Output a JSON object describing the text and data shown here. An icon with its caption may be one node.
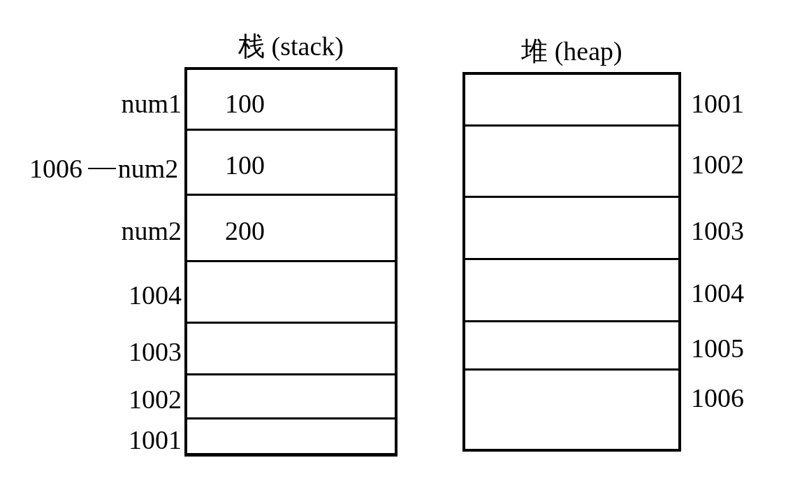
{
  "diagram": {
    "nodes": [
      {
        "text": [
          "栈 (stack)"
        ]
      },
      {
        "text": [
          "100"
        ],
        "in": 0,
        "beside": [
          "num1"
        ]
      },
      {
        "text": [
          "100"
        ],
        "in": 0
      },
      {
        "text": [
          "200"
        ],
        "in": 0,
        "beside": [
          "num2"
        ]
      },
      {
        "text": [],
        "shape": "box",
        "in": 0,
        "beside": [
          "1004"
        ]
      },
      {
        "text": [],
        "shape": "box",
        "in": 0,
        "beside": [
          "1003"
        ]
      },
      {
        "text": [],
        "shape": "box",
        "in": 0,
        "beside": [
          "1002"
        ]
      },
      {
        "text": [],
        "shape": "box",
        "in": 0,
        "beside": [
          "1001"
        ]
      },
      {
        "text": [
          "堆 (heap)"
        ]
      },
      {
        "text": [],
        "shape": "box",
        "in": 8,
        "beside": [
          "1001"
        ]
      },
      {
        "text": [],
        "shape": "box",
        "in": 8,
        "beside": [
          "1002"
        ]
      },
      {
        "text": [],
        "shape": "box",
        "in": 8,
        "beside": [
          "1003"
        ]
      },
      {
        "text": [],
        "shape": "box",
        "in": 8,
        "beside": [
          "1004"
        ]
      },
      {
        "text": [],
        "shape": "box",
        "in": 8,
        "beside": [
          "1005"
        ]
      },
      {
        "text": [],
        "shape": "box",
        "in": 8,
        "beside": [
          "1006"
        ]
      },
      {
        "text": [
          "1006"
        ]
      },
      {
        "text": [
          "num2"
        ]
      }
    ],
    "edges": [
      {
        "from": 15,
        "to": 16,
        "arrow": "none"
      }
    ]
  }
}
